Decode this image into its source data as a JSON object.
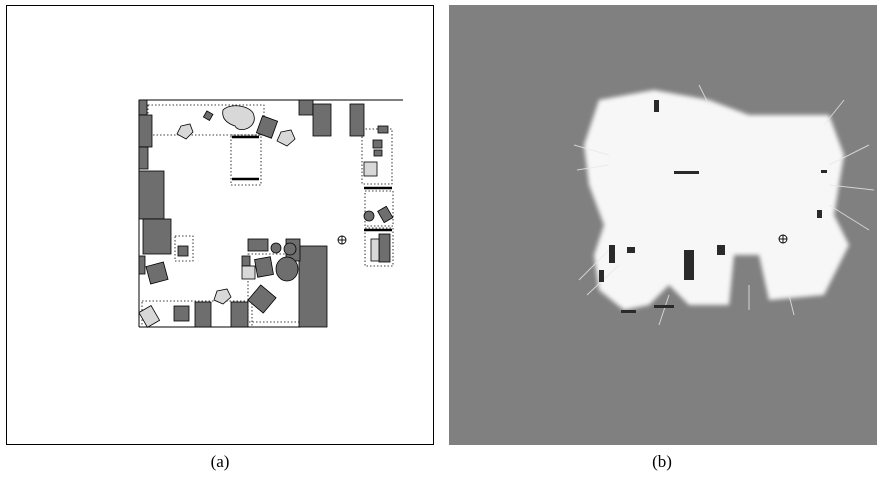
{
  "figure": {
    "panel_a": {
      "caption": "(a)",
      "kind": "simulated floor plan with obstacles"
    },
    "panel_b": {
      "caption": "(b)",
      "kind": "occupancy grid map built from laser scans"
    }
  },
  "colors": {
    "obstacle": "#6e6e6e",
    "light_obstacle": "#d8d8d8",
    "unknown": "#808080",
    "free": "#ffffff",
    "occupied": "#222222"
  },
  "icons": {
    "robot_position": "crosshair-circle-icon"
  }
}
